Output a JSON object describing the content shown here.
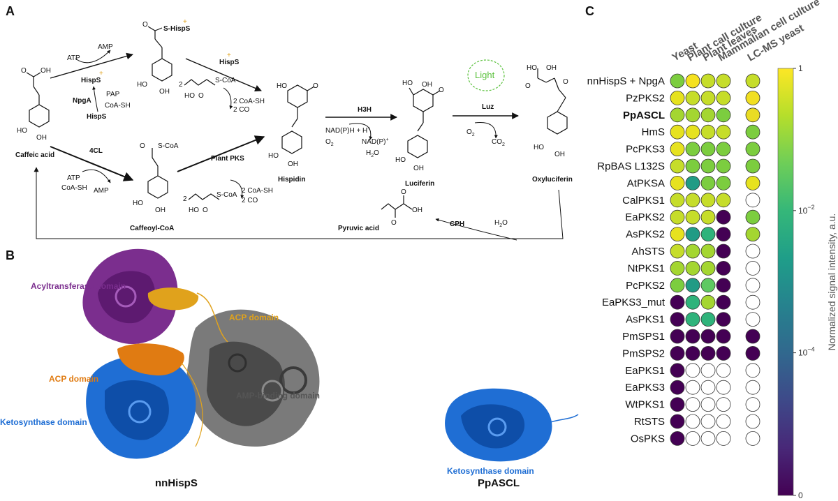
{
  "panels": {
    "a": "A",
    "b": "B",
    "c": "C"
  },
  "pathway": {
    "compounds": {
      "caffeic_acid": "Caffeic acid",
      "caffeoyl_coa": "Caffeoyl-CoA",
      "hispidin": "Hispidin",
      "luciferin": "Luciferin",
      "oxyluciferin": "Oxyluciferin",
      "pyruvic_acid": "Pyruvic acid"
    },
    "enzymes": {
      "npga": "NpgA",
      "c4l": "4CL",
      "plant_pks": "Plant PKS",
      "hisps": "HispS",
      "h3h": "H3H",
      "luz": "Luz",
      "cph": "CPH"
    },
    "cofactors": {
      "atp": "ATP",
      "amp": "AMP",
      "hisps_plus": "HispS",
      "pap": "PAP",
      "coa_sh": "CoA-SH",
      "hisps_bottom": "HispS",
      "s_hisps": "S-HispS",
      "s_coa": "S-CoA",
      "two": "2",
      "two_coa_sh": "2  CoA-SH",
      "two_co2": "2  CO",
      "co2_sub": "2",
      "nadph": "NAD(P)H + H",
      "nadph_sup": "+",
      "o2": "O",
      "o2_sub": "2",
      "nadp": "NAD(P)",
      "nadp_sup": "+",
      "h2o": "H",
      "h2o_sub": "2",
      "h2o_o": "O",
      "co2": "CO",
      "co2_sub2": "2",
      "oh": "OH",
      "ho": "HO",
      "o": "O",
      "h2o_cph": "H",
      "h2o_cph_sub": "2",
      "h2o_cph_o": "O"
    },
    "light": "Light"
  },
  "structures": {
    "domains": {
      "acyltransferase": "Acyltransferase domain",
      "acp_top": "ACP domain",
      "acp_mid": "ACP domain",
      "amp_binding": "AMP-binding domain",
      "ketosynthase": "Ketosynthase domain",
      "ketosynthase_small": "Ketosynthase domain"
    },
    "names": {
      "left": "nnHispS",
      "right": "PpASCL"
    },
    "colors": {
      "acyltransferase": "#7b2e8e",
      "acp_top": "#e0a21c",
      "acp_mid": "#e07b12",
      "amp_binding": "#555555",
      "ketosynthase": "#1f6ed4"
    }
  },
  "chart_data": {
    "type": "heatmap",
    "columns": [
      "Yeast",
      "Plant call culture",
      "Plant leaves",
      "Mammalian cell culture",
      "LC-MS yeast"
    ],
    "rows": [
      {
        "name": "nnHispS + NpgA",
        "bold": false,
        "values": [
          "#7ccd3f",
          "#f5e11f",
          "#c6dd2a",
          "#c6dd2a",
          "#c6dd2a"
        ]
      },
      {
        "name": "PzPKS2",
        "bold": false,
        "values": [
          "#e6e21f",
          "#c6dd2a",
          "#c6dd2a",
          "#c6dd2a",
          "#f1df22"
        ]
      },
      {
        "name": "PpASCL",
        "bold": true,
        "values": [
          "#a4d631",
          "#a4d631",
          "#a4d631",
          "#7ccd3f",
          "#e9dc24"
        ]
      },
      {
        "name": "HmS",
        "bold": false,
        "values": [
          "#e6e21f",
          "#e6e21f",
          "#c6dd2a",
          "#c6dd2a",
          "#7ccd3f"
        ]
      },
      {
        "name": "PcPKS3",
        "bold": false,
        "values": [
          "#e6e21f",
          "#7ccd3f",
          "#7ccd3f",
          "#7ccd3f",
          "#7ccd3f"
        ]
      },
      {
        "name": "RpBAS L132S",
        "bold": false,
        "values": [
          "#c6dd2a",
          "#7ccd3f",
          "#7ccd3f",
          "#7ccd3f",
          "#7ccd3f"
        ]
      },
      {
        "name": "AtPKSA",
        "bold": false,
        "values": [
          "#e6e21f",
          "#219b85",
          "#7ccd3f",
          "#7ccd3f",
          "#e6e21f"
        ]
      },
      {
        "name": "CalPKS1",
        "bold": false,
        "values": [
          "#c6dd2a",
          "#c6dd2a",
          "#c6dd2a",
          "#c6dd2a",
          "#ffffff"
        ]
      },
      {
        "name": "EaPKS2",
        "bold": false,
        "values": [
          "#c6dd2a",
          "#c6dd2a",
          "#c6dd2a",
          "#440154",
          "#7ccd3f"
        ]
      },
      {
        "name": "AsPKS2",
        "bold": false,
        "values": [
          "#e6e21f",
          "#219b85",
          "#2fb37b",
          "#440154",
          "#a4d631"
        ]
      },
      {
        "name": "AhSTS",
        "bold": false,
        "values": [
          "#c6dd2a",
          "#a4d631",
          "#a4d631",
          "#440154",
          "#ffffff"
        ]
      },
      {
        "name": "NtPKS1",
        "bold": false,
        "values": [
          "#a4d631",
          "#a4d631",
          "#a4d631",
          "#440154",
          "#ffffff"
        ]
      },
      {
        "name": "PcPKS2",
        "bold": false,
        "values": [
          "#7ccd3f",
          "#219b85",
          "#5ec962",
          "#440154",
          "#ffffff"
        ]
      },
      {
        "name": "EaPKS3_mut",
        "bold": false,
        "values": [
          "#440154",
          "#2fb37b",
          "#a4d631",
          "#440154",
          "#ffffff"
        ]
      },
      {
        "name": "AsPKS1",
        "bold": false,
        "values": [
          "#440154",
          "#2fb37b",
          "#2fb37b",
          "#440154",
          "#ffffff"
        ]
      },
      {
        "name": "PmSPS1",
        "bold": false,
        "values": [
          "#440154",
          "#440154",
          "#440154",
          "#440154",
          "#440154"
        ]
      },
      {
        "name": "PmSPS2",
        "bold": false,
        "values": [
          "#440154",
          "#440154",
          "#440154",
          "#440154",
          "#440154"
        ]
      },
      {
        "name": "EaPKS1",
        "bold": false,
        "values": [
          "#440154",
          "#ffffff",
          "#ffffff",
          "#ffffff",
          "#ffffff"
        ]
      },
      {
        "name": "EaPKS3",
        "bold": false,
        "values": [
          "#440154",
          "#ffffff",
          "#ffffff",
          "#ffffff",
          "#ffffff"
        ]
      },
      {
        "name": "WtPKS1",
        "bold": false,
        "values": [
          "#440154",
          "#ffffff",
          "#ffffff",
          "#ffffff",
          "#ffffff"
        ]
      },
      {
        "name": "RtSTS",
        "bold": false,
        "values": [
          "#440154",
          "#ffffff",
          "#ffffff",
          "#ffffff",
          "#ffffff"
        ]
      },
      {
        "name": "OsPKS",
        "bold": false,
        "values": [
          "#440154",
          "#ffffff",
          "#ffffff",
          "#ffffff",
          "#ffffff"
        ]
      }
    ],
    "colorbar": {
      "label": "Normalized signal intensity, a.u.",
      "ticks": [
        {
          "label": "1",
          "exp": null,
          "frac": 0
        },
        {
          "label": "10",
          "exp": "−2",
          "frac": 0.333
        },
        {
          "label": "10",
          "exp": "−4",
          "frac": 0.666
        },
        {
          "label": "0",
          "exp": null,
          "frac": 1
        }
      ],
      "stops": [
        "#fde725",
        "#b5de2b",
        "#6ece58",
        "#35b779",
        "#1f9e89",
        "#26828e",
        "#31688e",
        "#3e4989",
        "#482878",
        "#440154"
      ]
    }
  }
}
